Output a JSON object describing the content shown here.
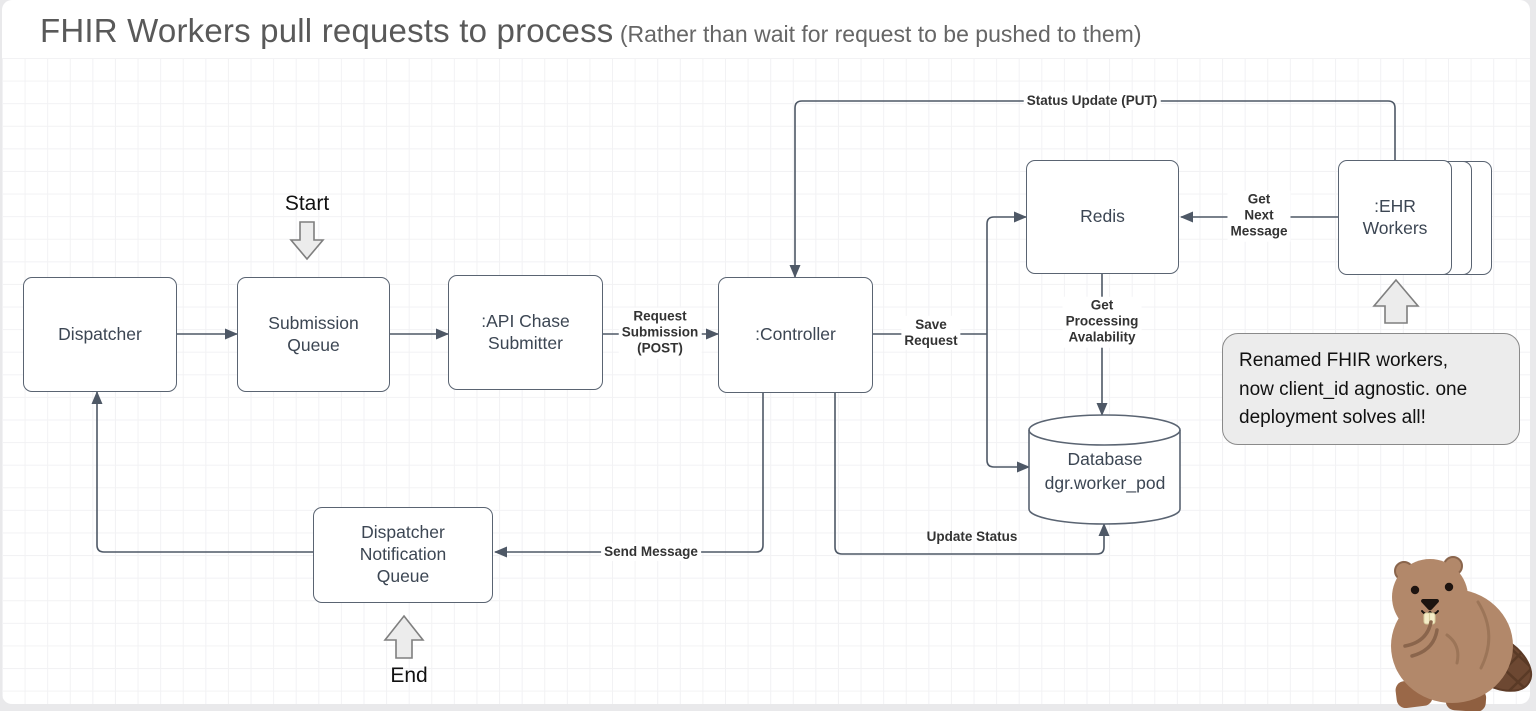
{
  "title": {
    "main": "FHIR Workers pull requests to process",
    "sub": " (Rather than wait for request to be pushed to them)"
  },
  "nodes": {
    "dispatcher": {
      "label": "Dispatcher"
    },
    "submission_queue": {
      "label": "Submission\nQueue"
    },
    "api_chase_submitter": {
      "label": ":API Chase\nSubmitter"
    },
    "controller": {
      "label": ":Controller"
    },
    "redis": {
      "label": "Redis"
    },
    "ehr_workers": {
      "label": ":EHR\nWorkers"
    },
    "database": {
      "label": "Database\ndgr.worker_pod"
    },
    "dispatcher_notification_queue": {
      "label": "Dispatcher\nNotification\nQueue"
    }
  },
  "edges": {
    "request_submission": {
      "label": "Request\nSubmission\n(POST)"
    },
    "save_request": {
      "label": "Save\nRequest"
    },
    "status_update": {
      "label": "Status Update (PUT)"
    },
    "get_next_message": {
      "label": "Get\nNext\nMessage"
    },
    "get_processing_availability": {
      "label": "Get\nProcessing\nAvalability"
    },
    "update_status": {
      "label": "Update Status"
    },
    "send_message": {
      "label": "Send Message"
    }
  },
  "markers": {
    "start": "Start",
    "end": "End"
  },
  "note": {
    "text": "Renamed FHIR workers,\nnow client_id agnostic. one\ndeployment solves all!"
  },
  "colors": {
    "node_border": "#5a6472",
    "node_text": "#3c4653",
    "connector": "#4e5866",
    "edge_label_text": "#333333",
    "note_background": "#ececec",
    "hollow_arrow_fill": "#ececec",
    "title_text": "#595959",
    "grid_line": "#f2f2f4"
  }
}
